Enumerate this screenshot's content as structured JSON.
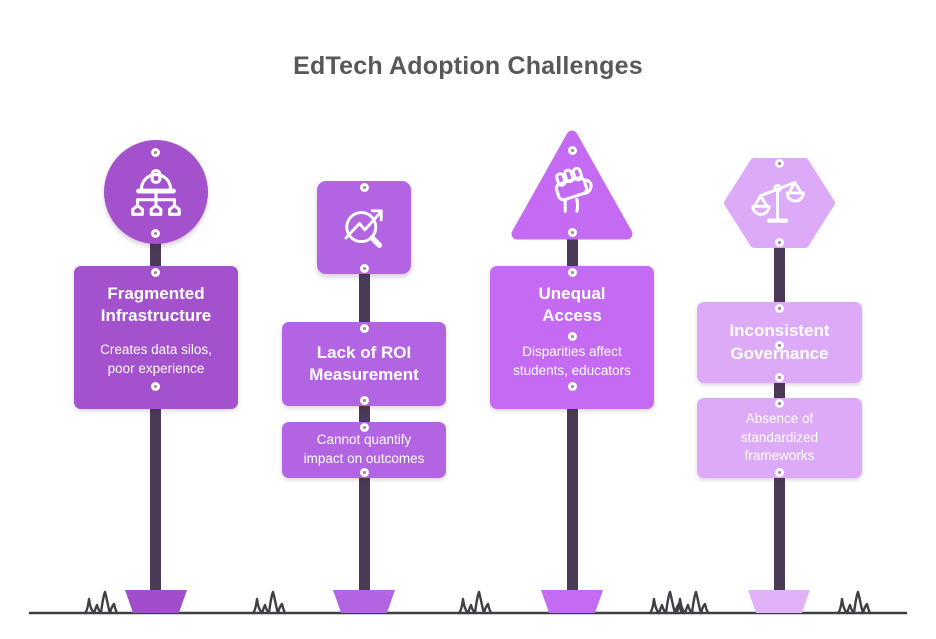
{
  "title": "EdTech Adoption Challenges",
  "colors": {
    "title_text": "#58585a",
    "pole": "#4b3a57",
    "ground": "#3f4046",
    "board_text": "#ffffff",
    "post1_accent": "#a351cc",
    "post2_accent": "#b364e3",
    "post3_accent": "#c56af2",
    "post4_accent": "#dcaaf7",
    "post4_base": "#e2b2f8"
  },
  "posts": [
    {
      "shape": "circle",
      "icon": "construction-hierarchy-icon",
      "title": "Fragmented Infrastructure",
      "subtitle": "Creates data silos, poor experience"
    },
    {
      "shape": "rounded-square",
      "icon": "roi-magnifier-trend-icon",
      "title": "Lack of ROI Measurement",
      "subtitle": "Cannot quantify impact on outcomes"
    },
    {
      "shape": "triangle",
      "icon": "raised-fist-icon",
      "title": "Unequal Access",
      "subtitle": "Disparities affect students, educators"
    },
    {
      "shape": "hexagon",
      "icon": "balance-scales-icon",
      "title": "Inconsistent Governance",
      "subtitle": "Absence of standardized frameworks"
    }
  ]
}
